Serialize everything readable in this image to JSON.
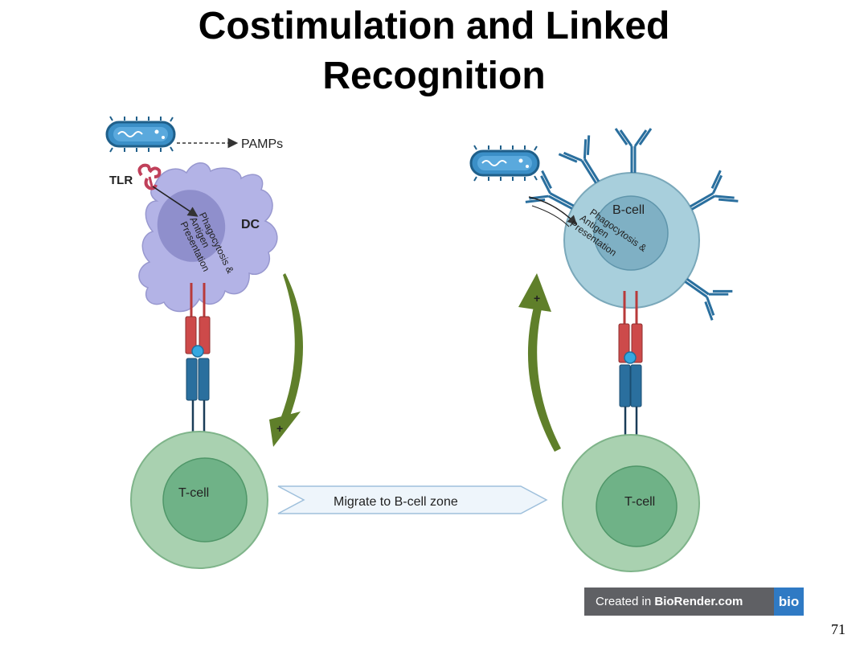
{
  "title": {
    "line1": "Costimulation and Linked",
    "line2": "Recognition"
  },
  "labels": {
    "pamps": "PAMPs",
    "tlr": "TLR",
    "dc": "DC",
    "bcell": "B-cell",
    "tcell_left": "T-cell",
    "tcell_right": "T-cell",
    "migrate": "Migrate to B-cell zone",
    "plus_left": "+",
    "plus_right": "+",
    "phago_dc": [
      "Phagocytosis &",
      "Antigen",
      "Presentation"
    ],
    "phago_b": [
      "Phagocytosis &",
      "Antigen",
      "Presentation"
    ]
  },
  "watermark": {
    "prefix": "Created in ",
    "brand": "BioRender.com",
    "logo": "bio"
  },
  "page_number": "71",
  "colors": {
    "dc_body": "#b3b3e6",
    "dc_nucleus": "#8f8fcc",
    "bcell_body": "#a8cfdc",
    "bcell_nucleus": "#7fb0c4",
    "tcell_body": "#a9d1b0",
    "tcell_nucleus": "#6fb287",
    "mhc_red": "#cd4a4a",
    "tcr_blue": "#2a6f9e",
    "arrow_green": "#5f7f2a"
  }
}
